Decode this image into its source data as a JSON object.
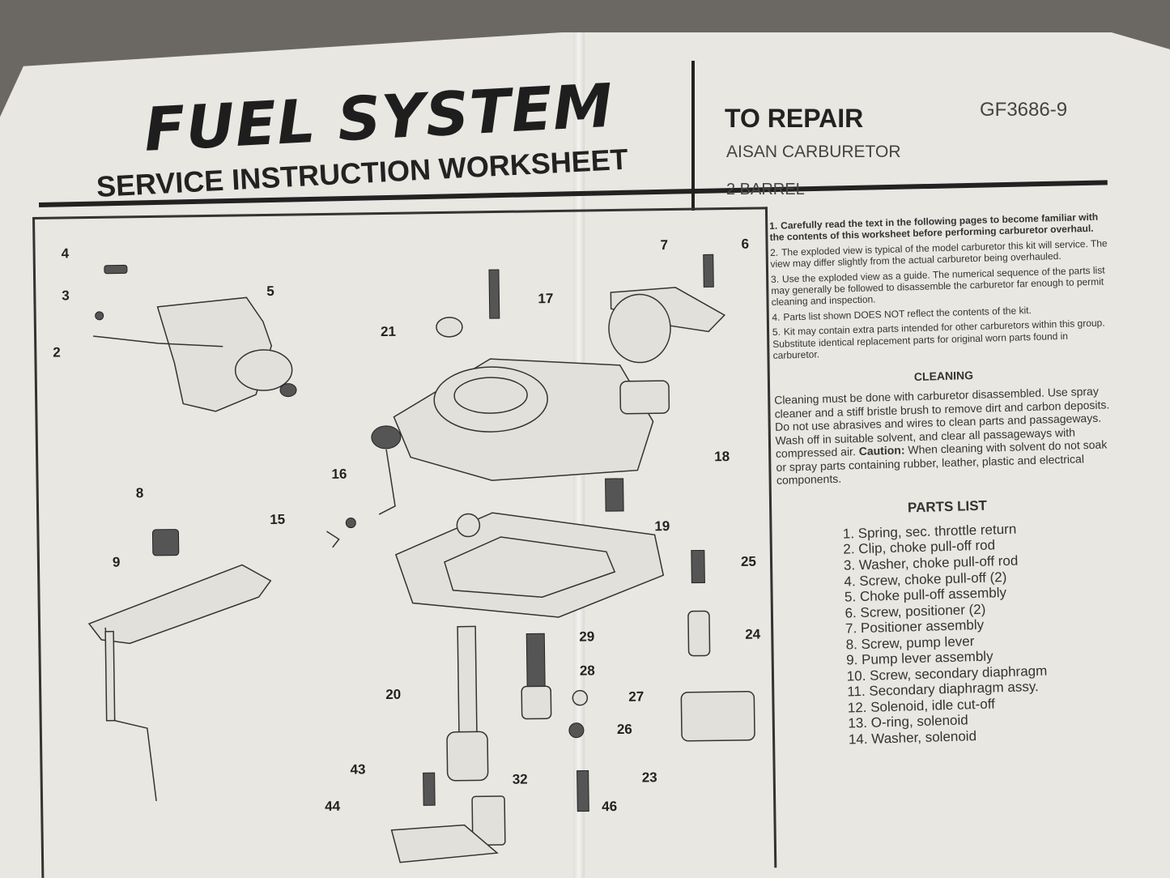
{
  "header": {
    "title": "FUEL SYSTEM",
    "subtitle": "SERVICE INSTRUCTION WORKSHEET",
    "repair_label": "TO REPAIR",
    "part_code": "GF3686-9",
    "carburetor": "AISAN CARBURETOR",
    "barrel": "2 BARREL"
  },
  "instructions": [
    {
      "num": "1.",
      "text": "Carefully read the text in the following pages to become familiar with the contents of this worksheet before performing carburetor overhaul.",
      "bold": true
    },
    {
      "num": "2.",
      "text": "The exploded view is typical of the model carburetor this kit will service. The view may differ slightly from the actual carburetor being overhauled.",
      "bold": false
    },
    {
      "num": "3.",
      "text": "Use the exploded view as a guide. The numerical sequence of the parts list may generally be followed to disassemble the carburetor far enough to permit cleaning and inspection.",
      "bold": false
    },
    {
      "num": "4.",
      "text": "Parts list shown DOES NOT reflect the contents of the kit.",
      "bold": false
    },
    {
      "num": "5.",
      "text": "Kit may contain extra parts intended for other carburetors within this group. Substitute identical replacement parts for original worn parts found in carburetor.",
      "bold": false
    }
  ],
  "cleaning": {
    "heading": "CLEANING",
    "text": "Cleaning must be done with carburetor disassembled. Use spray cleaner and a stiff bristle brush to remove dirt and carbon deposits. Do not use abrasives and wires to clean parts and passageways. Wash off in suitable solvent, and clear all passageways with compressed air.",
    "caution_label": "Caution:",
    "caution_text": "When cleaning with solvent do not soak or spray parts containing rubber, leather, plastic and electrical components."
  },
  "parts_list": {
    "heading": "PARTS LIST",
    "items": [
      "1. Spring, sec. throttle return",
      "2. Clip, choke pull-off rod",
      "3. Washer, choke pull-off rod",
      "4. Screw, choke pull-off (2)",
      "5. Choke pull-off assembly",
      "6. Screw, positioner (2)",
      "7. Positioner assembly",
      "8. Screw, pump lever",
      "9. Pump lever assembly",
      "10. Screw, secondary diaphragm",
      "11. Secondary diaphragm assy.",
      "12. Solenoid, idle cut-off",
      "13. O-ring, solenoid",
      "14. Washer, solenoid"
    ]
  },
  "callouts": [
    "4",
    "3",
    "2",
    "5",
    "7",
    "6",
    "17",
    "21",
    "18",
    "16",
    "15",
    "8",
    "9",
    "19",
    "25",
    "24",
    "29",
    "28",
    "20",
    "27",
    "26",
    "23",
    "43",
    "32",
    "44",
    "46"
  ]
}
